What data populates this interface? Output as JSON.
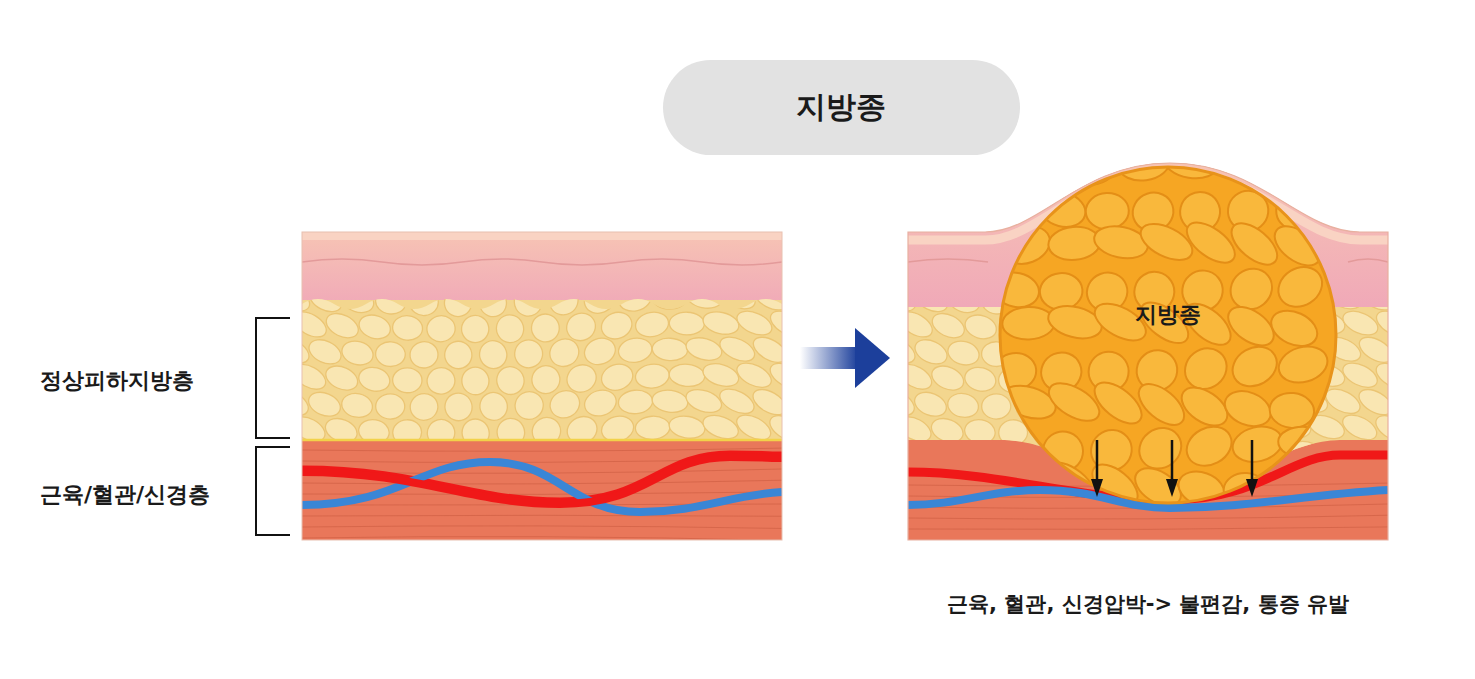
{
  "diagram": {
    "title": "지방종",
    "caption": "근육, 혈관, 신경압박-> 불편감, 통증 유발",
    "nodes": [
      {
        "text": [
          "지방종"
        ]
      }
    ],
    "labels": [
      "정상피하지방층",
      "근육/혈관/신경층"
    ]
  }
}
